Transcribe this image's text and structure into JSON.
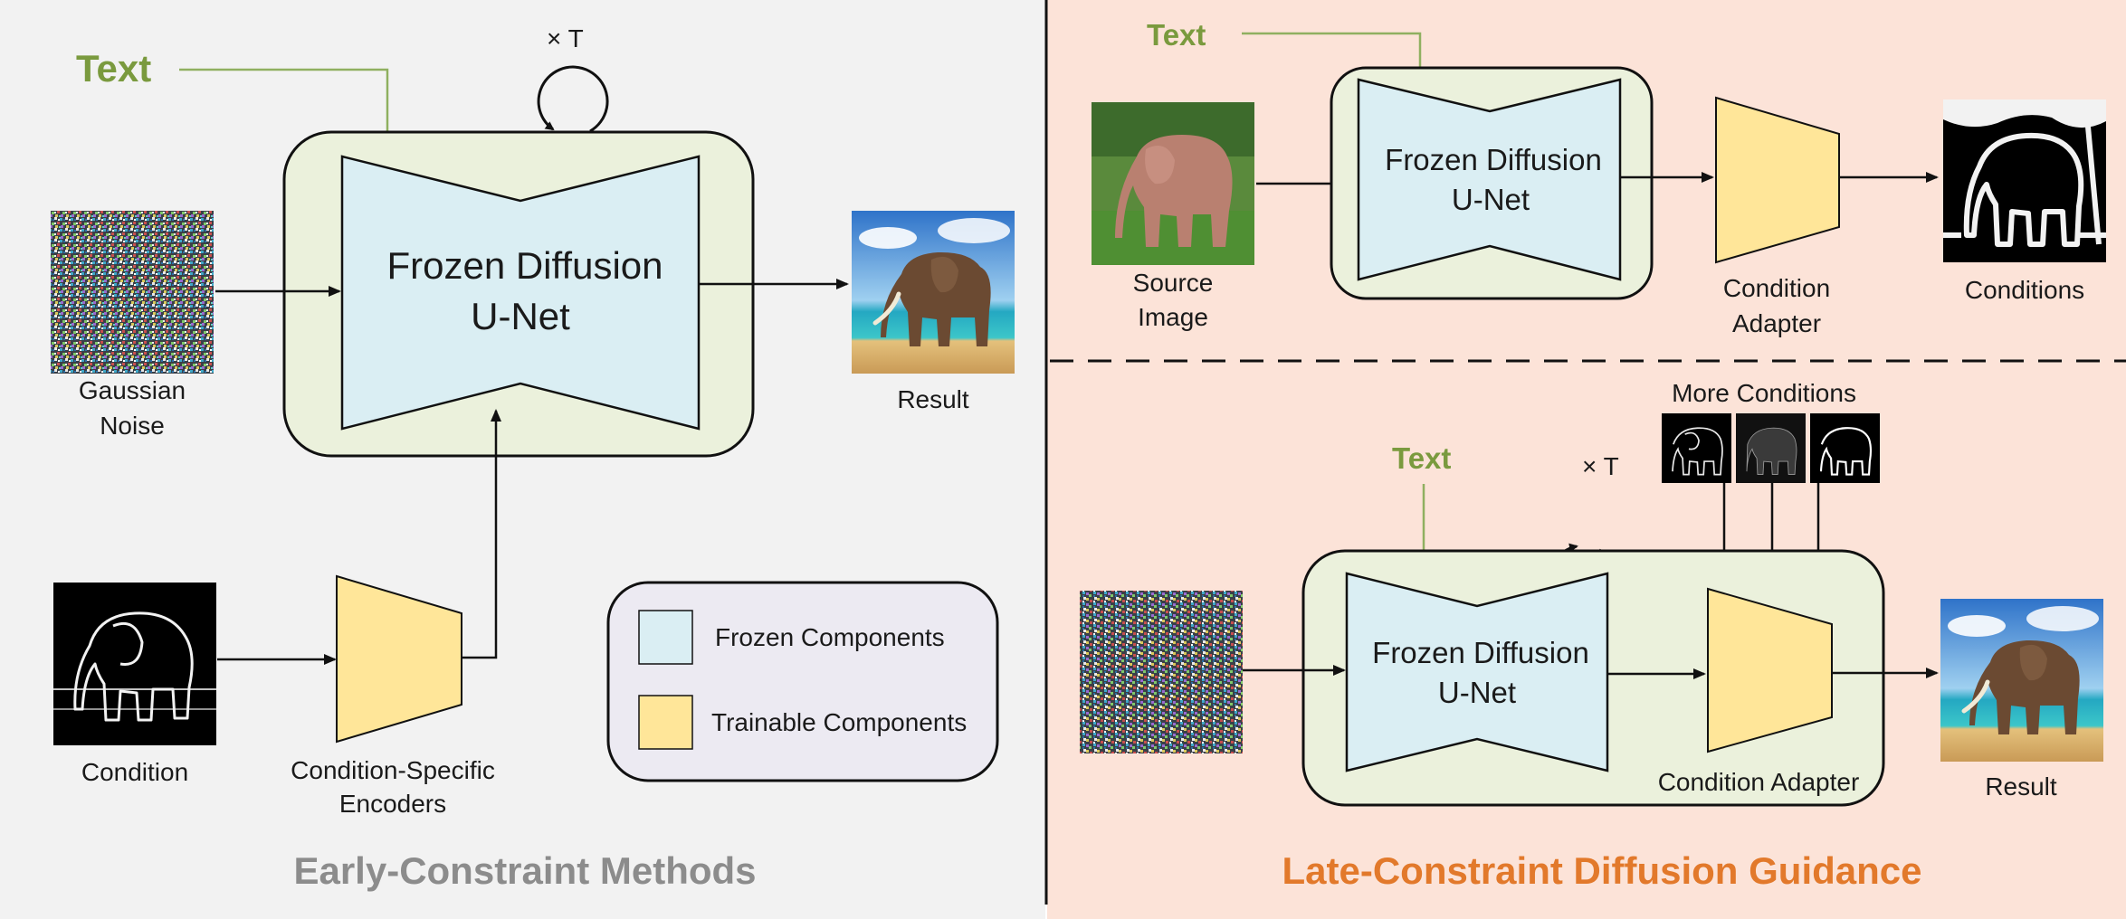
{
  "colors": {
    "text_green": "#7a9a3e",
    "left_bg": "#f2f2f2",
    "right_bg": "#fce3d8",
    "box_green": "#ebf1dc",
    "frozen": "#daeef3",
    "trainable": "#ffe699",
    "legend_bg": "#eceaf2",
    "more_conditions": "#d9232d",
    "early_title": "#8c8c8c",
    "late_title": "#e2792b"
  },
  "left": {
    "text_label": "Text",
    "loop_label": "× T",
    "unet": {
      "line1": "Frozen Diffusion",
      "line2": "U-Net"
    },
    "noise": {
      "line1": "Gaussian",
      "line2": "Noise"
    },
    "result": "Result",
    "condition": "Condition",
    "encoder": {
      "line1": "Condition-Specific",
      "line2": "Encoders"
    },
    "legend": {
      "frozen": "Frozen Components",
      "trainable": "Trainable Components"
    },
    "title": "Early-Constraint Methods"
  },
  "right_top": {
    "text_label": "Text",
    "source": {
      "line1": "Source",
      "line2": "Image"
    },
    "unet": {
      "line1": "Frozen Diffusion",
      "line2": "U-Net"
    },
    "adapter": {
      "line1": "Condition",
      "line2": "Adapter"
    },
    "conditions": "Conditions"
  },
  "right_bottom": {
    "more_conditions": "More Conditions",
    "text_label": "Text",
    "loop_label": "× T",
    "unet": {
      "line1": "Frozen Diffusion",
      "line2": "U-Net"
    },
    "adapter": "Condition Adapter",
    "result": "Result",
    "title": "Late-Constraint Diffusion Guidance"
  }
}
